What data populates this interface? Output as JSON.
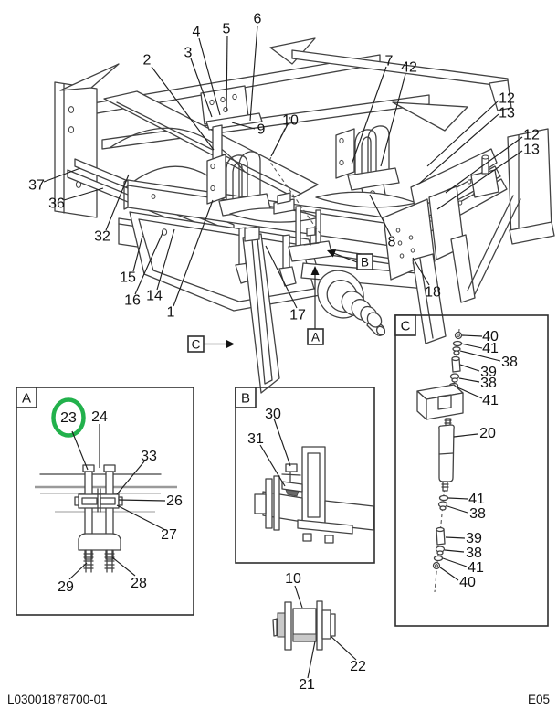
{
  "figure": {
    "highlight_color": "#22b14c",
    "line_color": "#424242",
    "description": "Chassis rear suspension parts diagram with detail views"
  },
  "main_view": {
    "callouts": [
      "2",
      "3",
      "4",
      "5",
      "6",
      "7",
      "42",
      "12",
      "13",
      "12",
      "13",
      "9",
      "10",
      "37",
      "36",
      "32",
      "15",
      "16",
      "14",
      "1",
      "17",
      "8",
      "18"
    ],
    "view_markers": [
      "A",
      "B",
      "C"
    ]
  },
  "detail_a": {
    "box_label": "A",
    "highlighted_callout": "23",
    "callouts": [
      "23",
      "24",
      "33",
      "26",
      "27",
      "29",
      "28"
    ]
  },
  "detail_b": {
    "box_label": "B",
    "callouts": [
      "30",
      "31"
    ]
  },
  "detail_c": {
    "box_label": "C",
    "callouts_upper": [
      "40",
      "41",
      "38",
      "39",
      "38",
      "41",
      "20"
    ],
    "callouts_lower": [
      "41",
      "38",
      "39",
      "38",
      "41",
      "40"
    ]
  },
  "detail_bushing": {
    "callouts": [
      "10",
      "21",
      "22"
    ]
  },
  "footer": {
    "doc_number": "L03001878700-01",
    "page_code": "E05"
  }
}
